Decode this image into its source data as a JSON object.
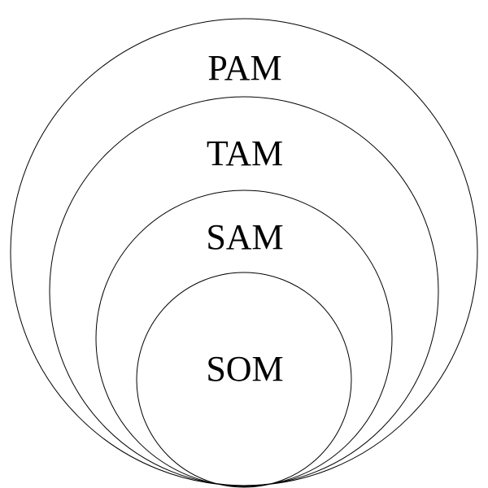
{
  "diagram": {
    "type": "nested-circles",
    "stroke_color": "#000000",
    "text_color": "#000000",
    "background": "#ffffff",
    "levels": [
      {
        "label": "PAM"
      },
      {
        "label": "TAM"
      },
      {
        "label": "SAM"
      },
      {
        "label": "SOM"
      }
    ]
  }
}
